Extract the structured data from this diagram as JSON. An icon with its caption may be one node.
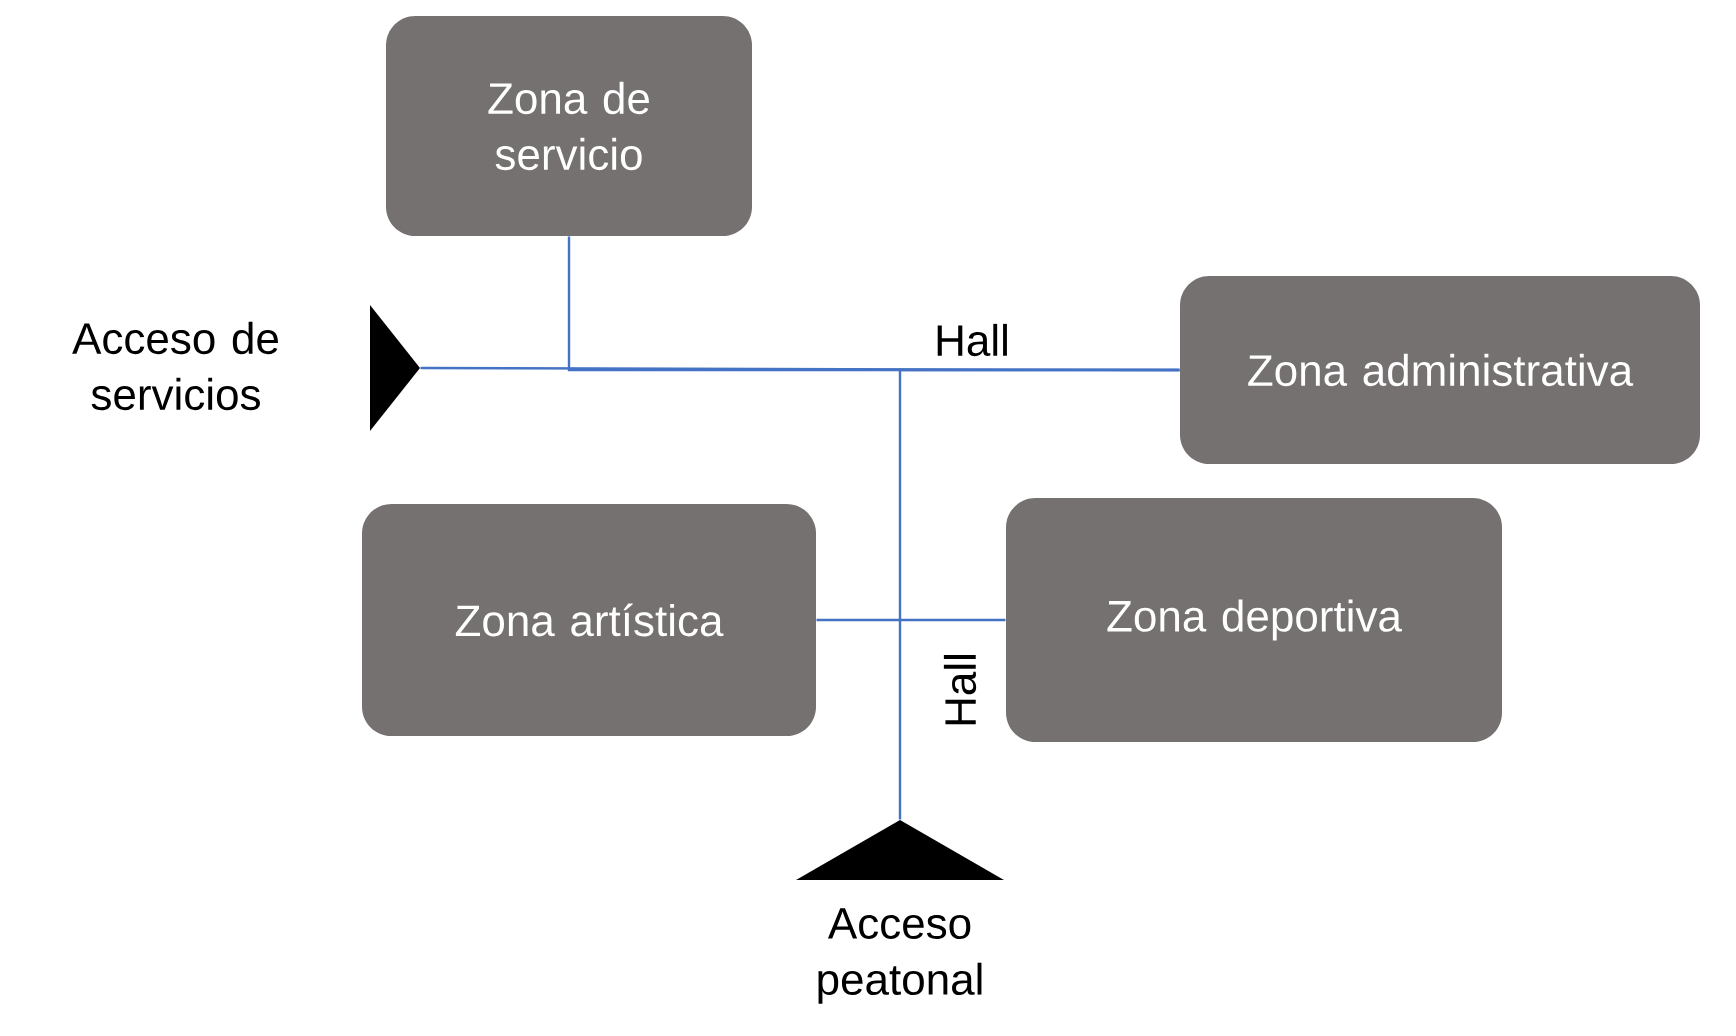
{
  "diagram": {
    "nodes": [
      {
        "text": [
          "Zona de servicio"
        ]
      },
      {
        "text": [
          "Zona administrativa"
        ]
      },
      {
        "text": [
          "Zona artística"
        ]
      },
      {
        "text": [
          "Zona deportiva"
        ]
      },
      {
        "text": [],
        "shape": "triangle"
      },
      {
        "text": [],
        "shape": "triangle"
      }
    ],
    "edges": [
      {
        "from": 0,
        "to": 1,
        "arrow": "none"
      },
      {
        "from": 4,
        "to": 1,
        "arrow": "none"
      },
      {
        "from": 5,
        "to": 1,
        "arrow": "none"
      },
      {
        "from": 2,
        "to": 3,
        "arrow": "none"
      }
    ],
    "labels": [
      "Acceso de servicios",
      "Hall",
      "Hall",
      "Acceso peatonal"
    ]
  }
}
